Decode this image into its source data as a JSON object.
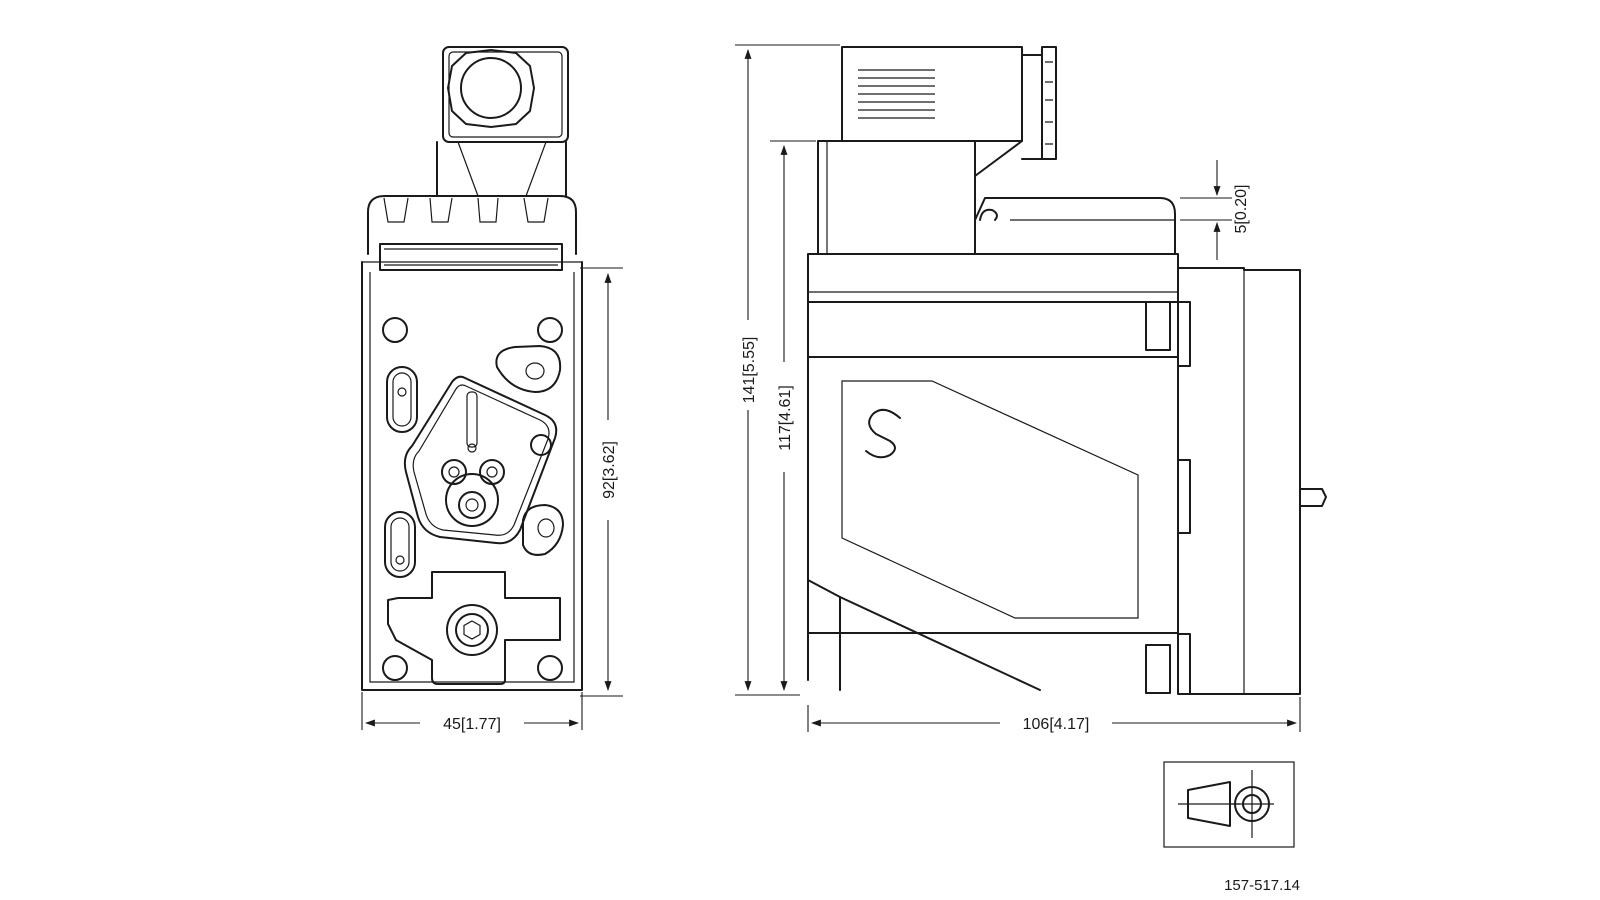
{
  "dimensions": {
    "front_width": "45[1.77]",
    "front_height": "92[3.62]",
    "side_total_height": "141[5.55]",
    "side_body_height": "117[4.61]",
    "side_width": "106[4.17]",
    "top_offset": "5[0.20]"
  },
  "drawing_number": "157-517.14",
  "projection_symbol": "projection-method-symbol",
  "logo_glyph": "S"
}
